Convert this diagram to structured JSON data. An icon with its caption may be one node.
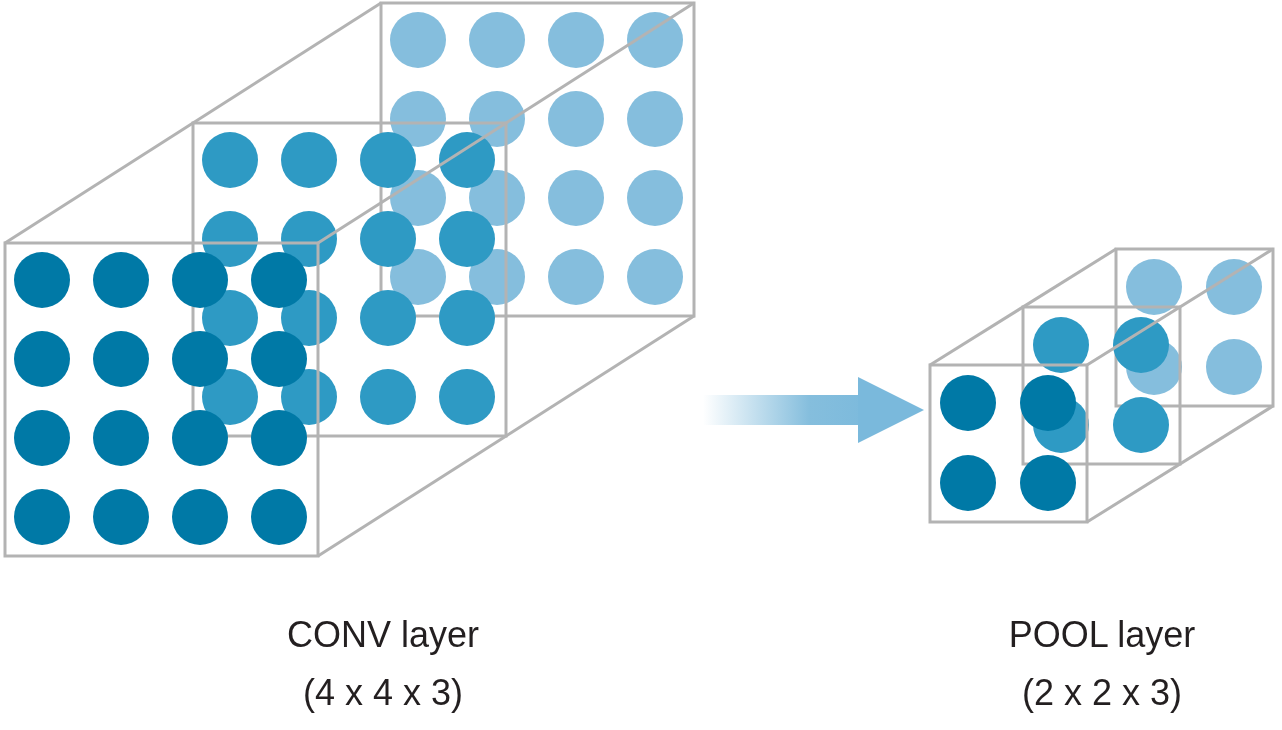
{
  "diagram": {
    "nodes": [
      {
        "text": [],
        "shape": "picture",
        "beside": [
          "CONV layer (4 x 4 x 3)"
        ]
      },
      {
        "text": [],
        "shape": "picture",
        "beside": [
          "POOL layer (2 x 2 x 3)"
        ]
      }
    ],
    "edges": [
      {
        "from": 0,
        "to": 1,
        "arrow": "to"
      }
    ]
  }
}
